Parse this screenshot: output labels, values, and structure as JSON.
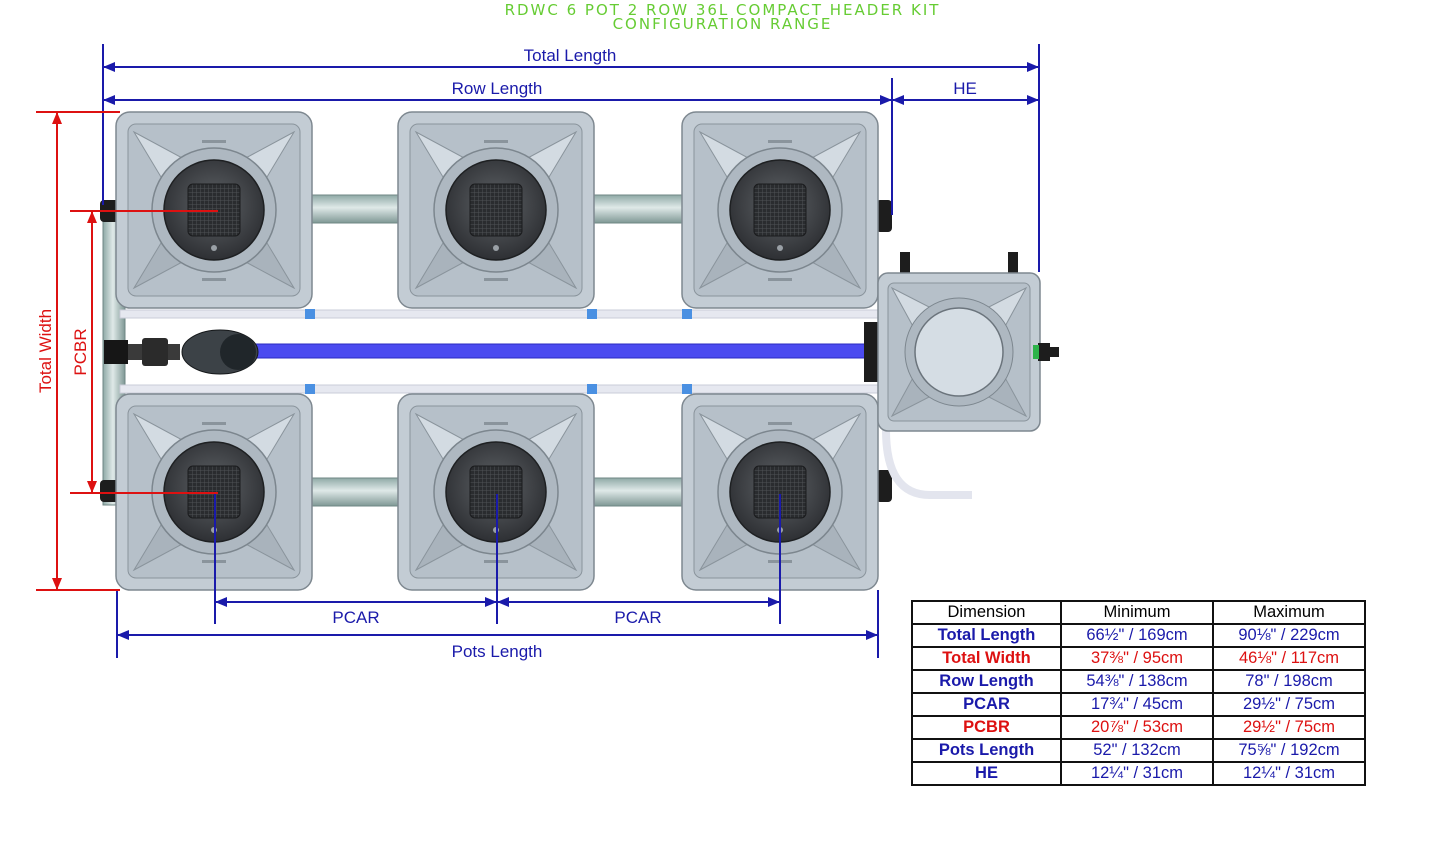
{
  "title": {
    "line1": "RDWC 6 POT 2 ROW 36L COMPACT HEADER KIT",
    "line2": "CONFIGURATION RANGE"
  },
  "dimensions": {
    "total_length": "Total Length",
    "row_length": "Row Length",
    "he": "HE",
    "total_width": "Total Width",
    "pcbr": "PCBR",
    "pcar_left": "PCAR",
    "pcar_right": "PCAR",
    "pots_length": "Pots Length"
  },
  "colors": {
    "blue_dim": "#1a1aaa",
    "red_dim": "#dd1111",
    "title": "#66cc33",
    "pot": "#c5ced7",
    "tube": "#4b4bf0"
  },
  "table": {
    "headers": [
      "Dimension",
      "Minimum",
      "Maximum"
    ],
    "rows": [
      {
        "name": "Total Length",
        "min": "66½\" / 169cm",
        "max": "90⅛\" / 229cm",
        "color": "blue"
      },
      {
        "name": "Total Width",
        "min": "37⅜\" / 95cm",
        "max": "46⅛\" / 117cm",
        "color": "red"
      },
      {
        "name": "Row Length",
        "min": "54⅜\" / 138cm",
        "max": "78\" / 198cm",
        "color": "blue"
      },
      {
        "name": "PCAR",
        "min": "17¾\" / 45cm",
        "max": "29½\" / 75cm",
        "color": "blue"
      },
      {
        "name": "PCBR",
        "min": "20⅞\" / 53cm",
        "max": "29½\" / 75cm",
        "color": "red"
      },
      {
        "name": "Pots Length",
        "min": "52\" / 132cm",
        "max": "75⅝\" / 192cm",
        "color": "blue"
      },
      {
        "name": "HE",
        "min": "12¼\" / 31cm",
        "max": "12¼\" / 31cm",
        "color": "blue"
      }
    ]
  }
}
